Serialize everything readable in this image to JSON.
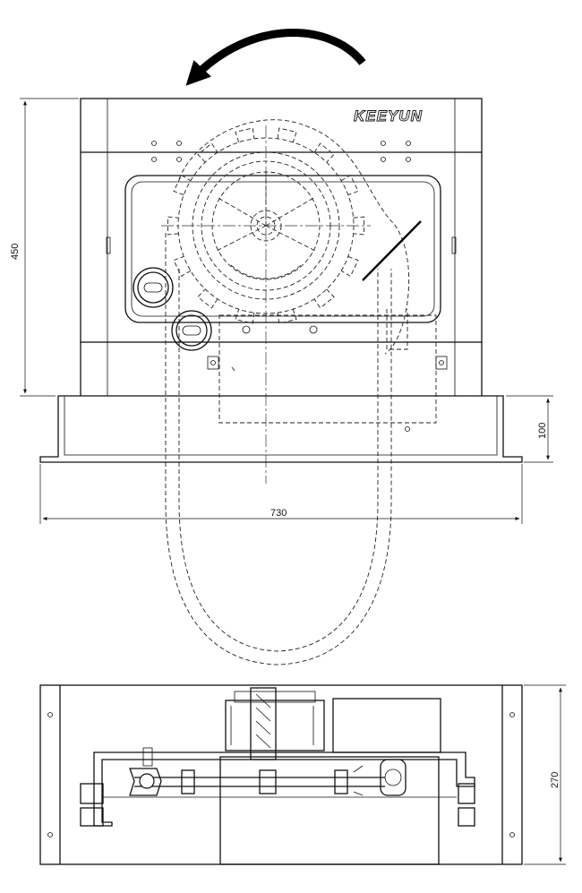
{
  "brand": {
    "logo_text": "KEEYUN"
  },
  "rotation_arrow": {
    "direction": "counter-clockwise"
  },
  "dimensions": {
    "height_label": "450",
    "base_height_label": "100",
    "width_label": "730",
    "depth_label": "270"
  }
}
